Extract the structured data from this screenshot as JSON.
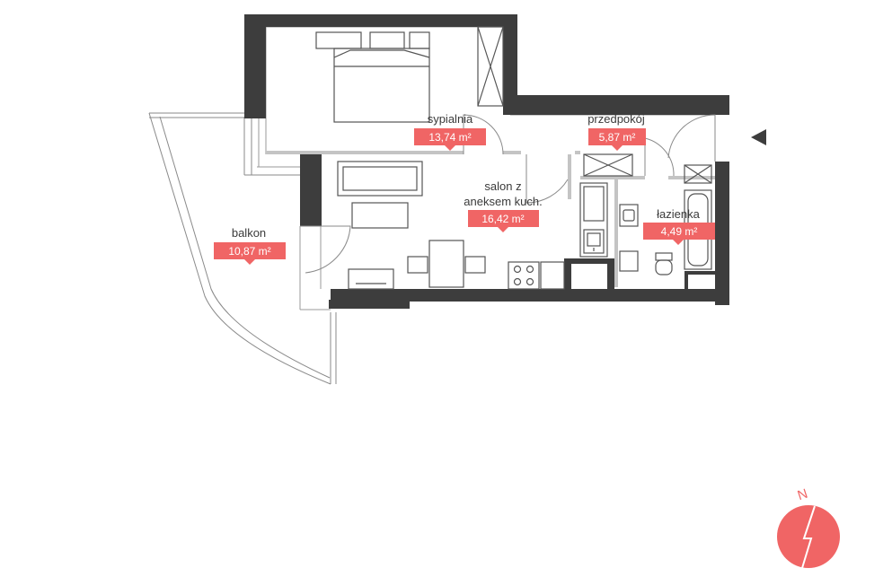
{
  "rooms": {
    "sypialnia": {
      "name": "sypialnia",
      "area": "13,74 m²"
    },
    "przedpokoj": {
      "name": "przedpokój",
      "area": "5,87 m²"
    },
    "salon": {
      "name_line1": "salon z",
      "name_line2": "aneksem kuch.",
      "area": "16,42 m²"
    },
    "lazienka": {
      "name": "łazienka",
      "area": "4,49 m²"
    },
    "balkon": {
      "name": "balkon",
      "area": "10,87 m²"
    }
  },
  "compass": {
    "label": "N",
    "icon": "compass-icon"
  },
  "entrance": {
    "icon": "entrance-arrow-icon"
  },
  "colors": {
    "wall": "#3d3d3d",
    "furniture": "#555555",
    "accent": "#f06565",
    "thin_line": "#c8c8c8"
  }
}
